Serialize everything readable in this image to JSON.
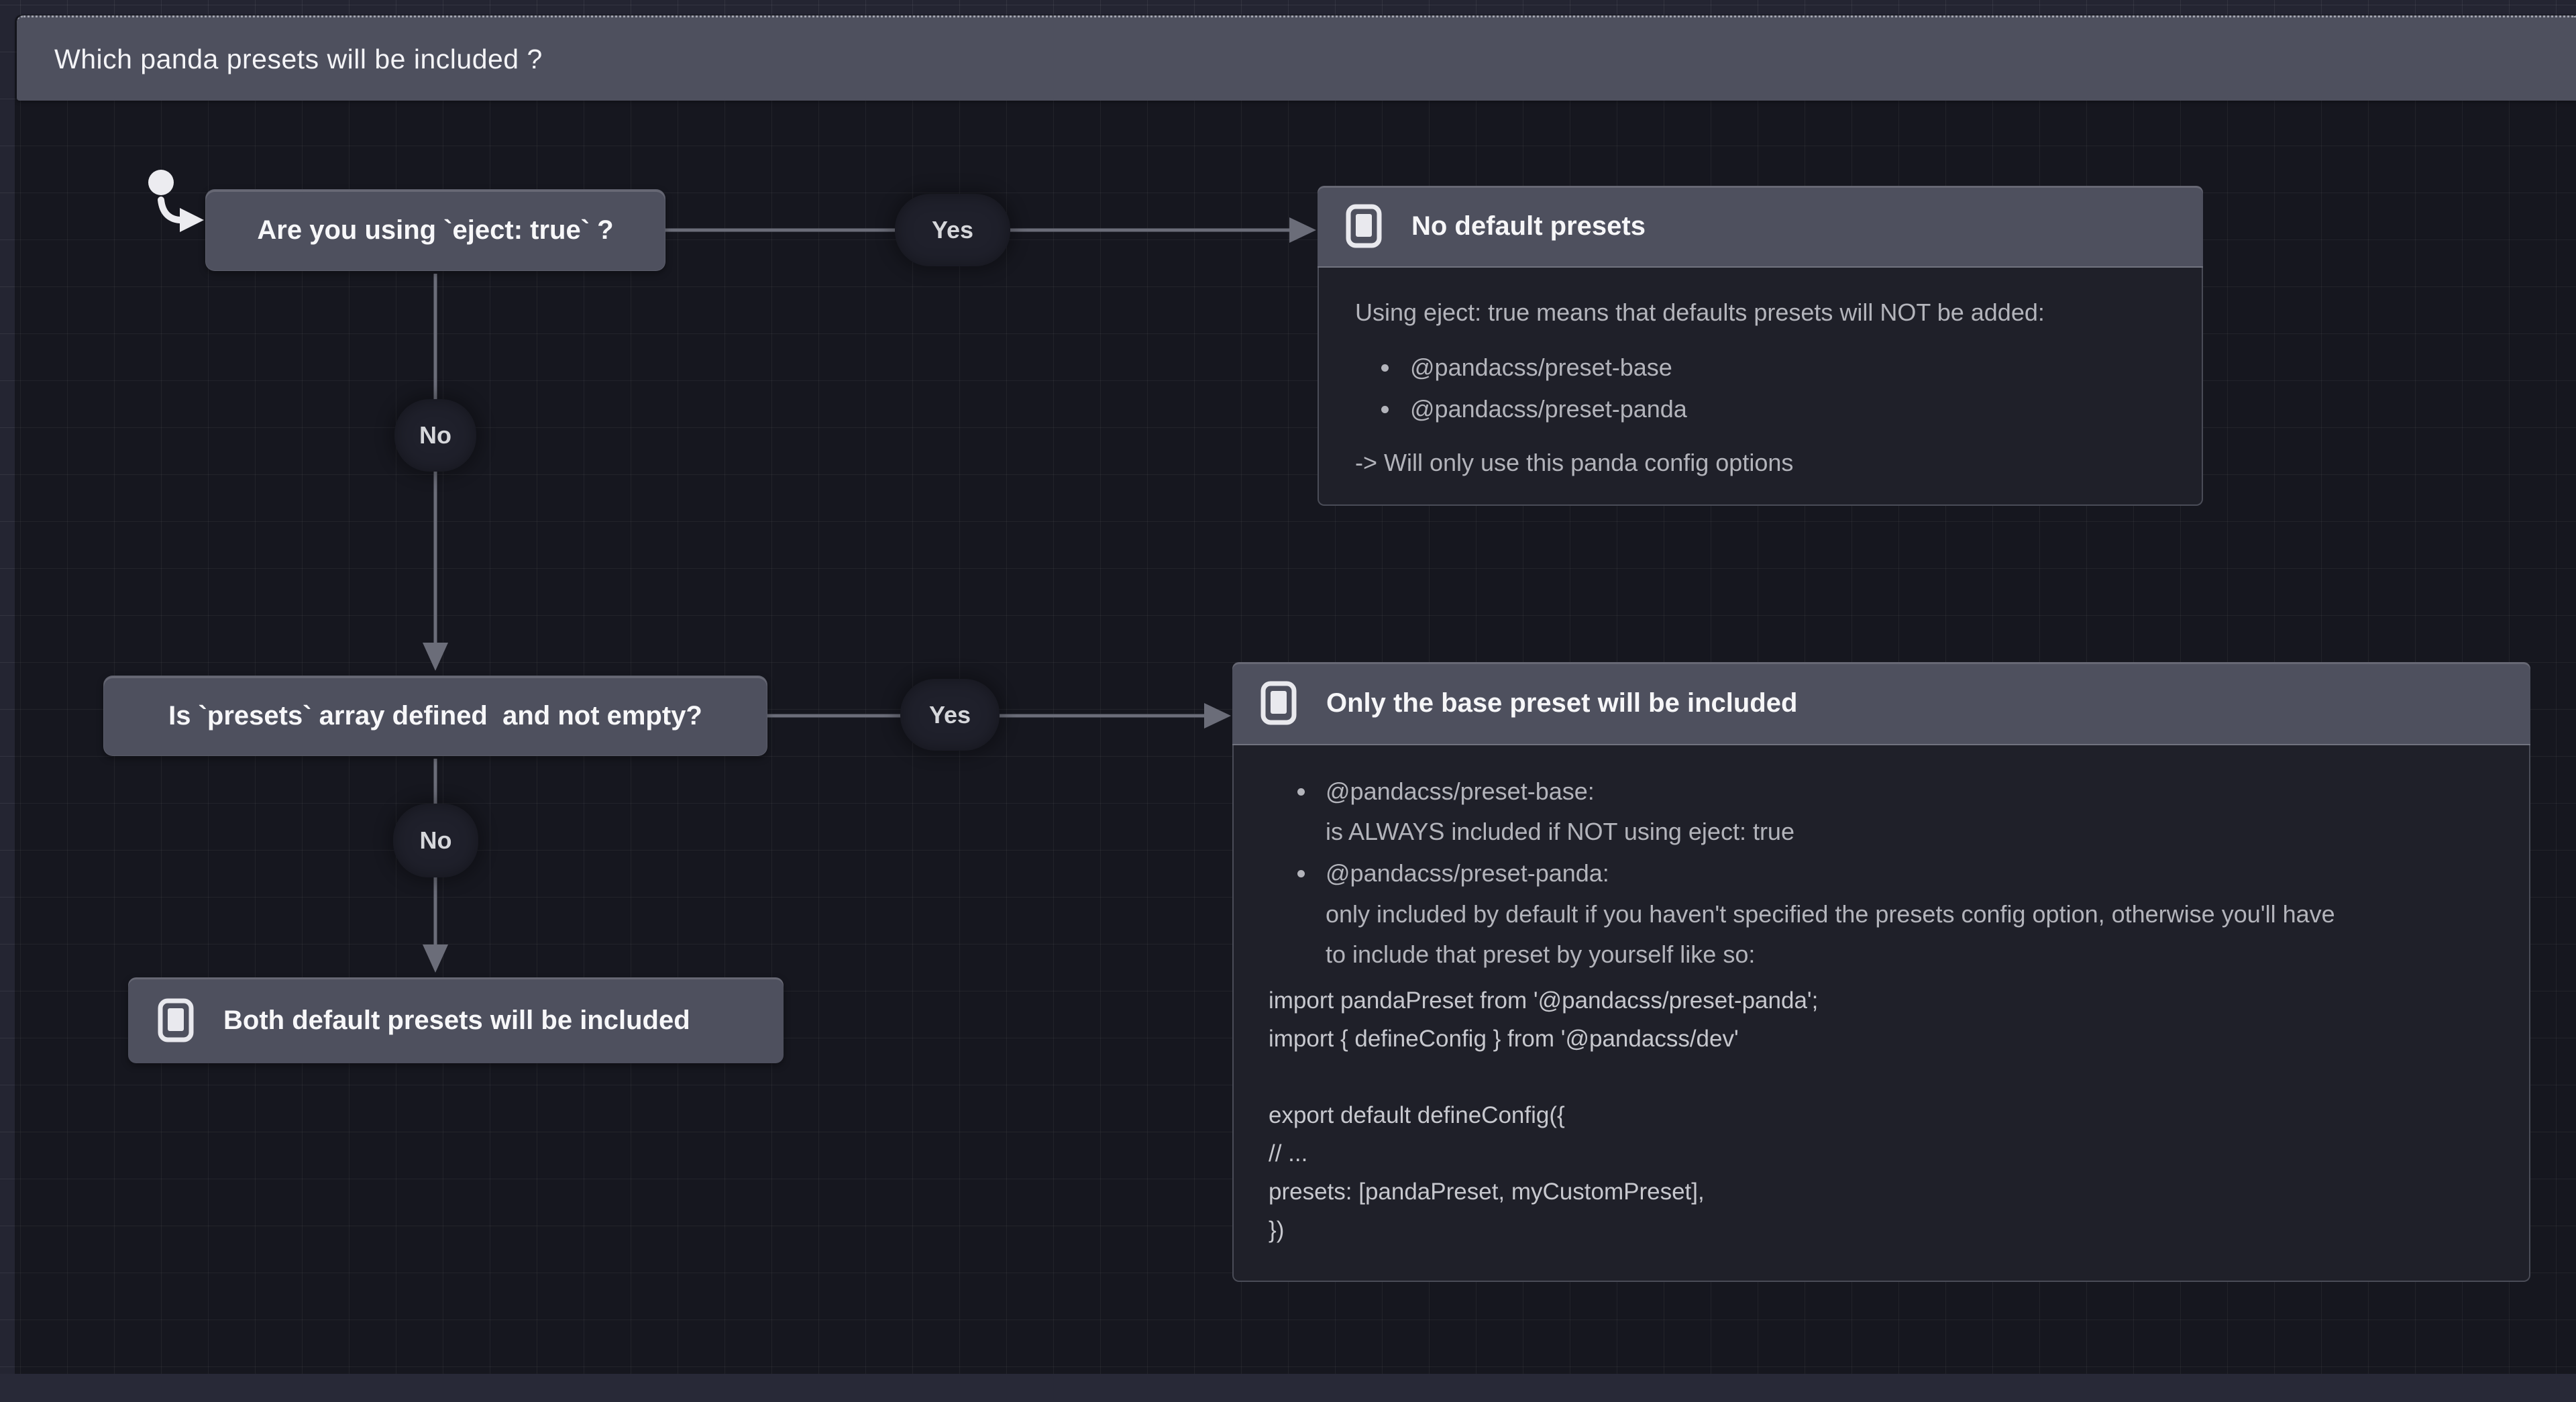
{
  "frame": {
    "title": "Which panda presets will be included ?"
  },
  "nodes": {
    "q1": {
      "label": "Are you using `eject: true` ?"
    },
    "q2": {
      "label": "Is `presets` array defined  and not empty?"
    },
    "result_both": {
      "label": "Both default presets will be included"
    },
    "card_no_default": {
      "title": "No default presets",
      "icon": "box-icon",
      "intro": "Using eject: true means that defaults presets will NOT be added:",
      "bullets": [
        "@pandacss/preset-base",
        "@pandacss/preset-panda"
      ],
      "outro": "-> Will only use this panda config options"
    },
    "card_base_only": {
      "title": "Only the base preset will be included",
      "icon": "box-icon",
      "b1_title": "@pandacss/preset-base:",
      "b1_line": "is ALWAYS included if NOT using eject: true",
      "b2_title": "@pandacss/preset-panda:",
      "b2_line1": "only included by default if you haven't specified the presets config option, otherwise you'll have",
      "b2_line2": "to include that preset by yourself like so:",
      "code": [
        "import pandaPreset from '@pandacss/preset-panda';",
        "import { defineConfig } from '@pandacss/dev'",
        "",
        "export default defineConfig({",
        "// ...",
        "presets: [pandaPreset, myCustomPreset],",
        "})"
      ]
    }
  },
  "edges": {
    "e1": {
      "label": "Yes"
    },
    "e2": {
      "label": "No"
    },
    "e3": {
      "label": "Yes"
    },
    "e4": {
      "label": "No"
    }
  },
  "colors": {
    "canvas_bg": "#16171f",
    "outer_bg": "#242532",
    "node_fill": "#4e505e",
    "card_body_fill": "#1f2029",
    "pill_fill": "#1f202b",
    "arrow": "#6b6d79",
    "text_primary": "#f6f6f8",
    "text_body": "#b3b4bb"
  }
}
